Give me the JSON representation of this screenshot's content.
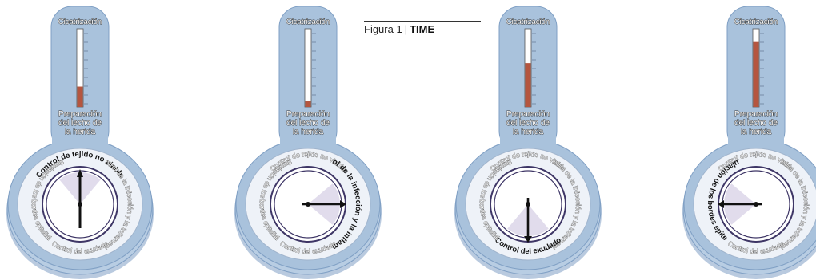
{
  "caption": {
    "figure_label": "Figura 1",
    "separator": "|",
    "brand": "TIME"
  },
  "colors": {
    "blue_fill": "#a9c2dc",
    "blue_dark": "#7f9fc4",
    "face": "#ffffff",
    "ring": "#3e3666",
    "mercury": "#b5553f",
    "hand": "#111111",
    "label_text": "#ffffff",
    "label_outline": "#333333",
    "highlight": "#c9c0dc"
  },
  "labels": {
    "thermometer_top": "Cicatrización",
    "thermometer_bottom_lines": [
      "Preparación",
      "del lecho de",
      "la herida"
    ],
    "dial_segments": [
      "Control de tejido no viable",
      "Control de la infección y la inflamación",
      "Control del exudado",
      "Estimulación de los bordes epiteliales"
    ]
  },
  "gauges": [
    {
      "fill_level": 0.26,
      "hand_direction": "up-down",
      "active_segment": 0
    },
    {
      "fill_level": 0.08,
      "hand_direction": "right",
      "active_segment": 1
    },
    {
      "fill_level": 0.56,
      "hand_direction": "down",
      "active_segment": 2
    },
    {
      "fill_level": 0.83,
      "hand_direction": "left",
      "active_segment": 3
    }
  ]
}
